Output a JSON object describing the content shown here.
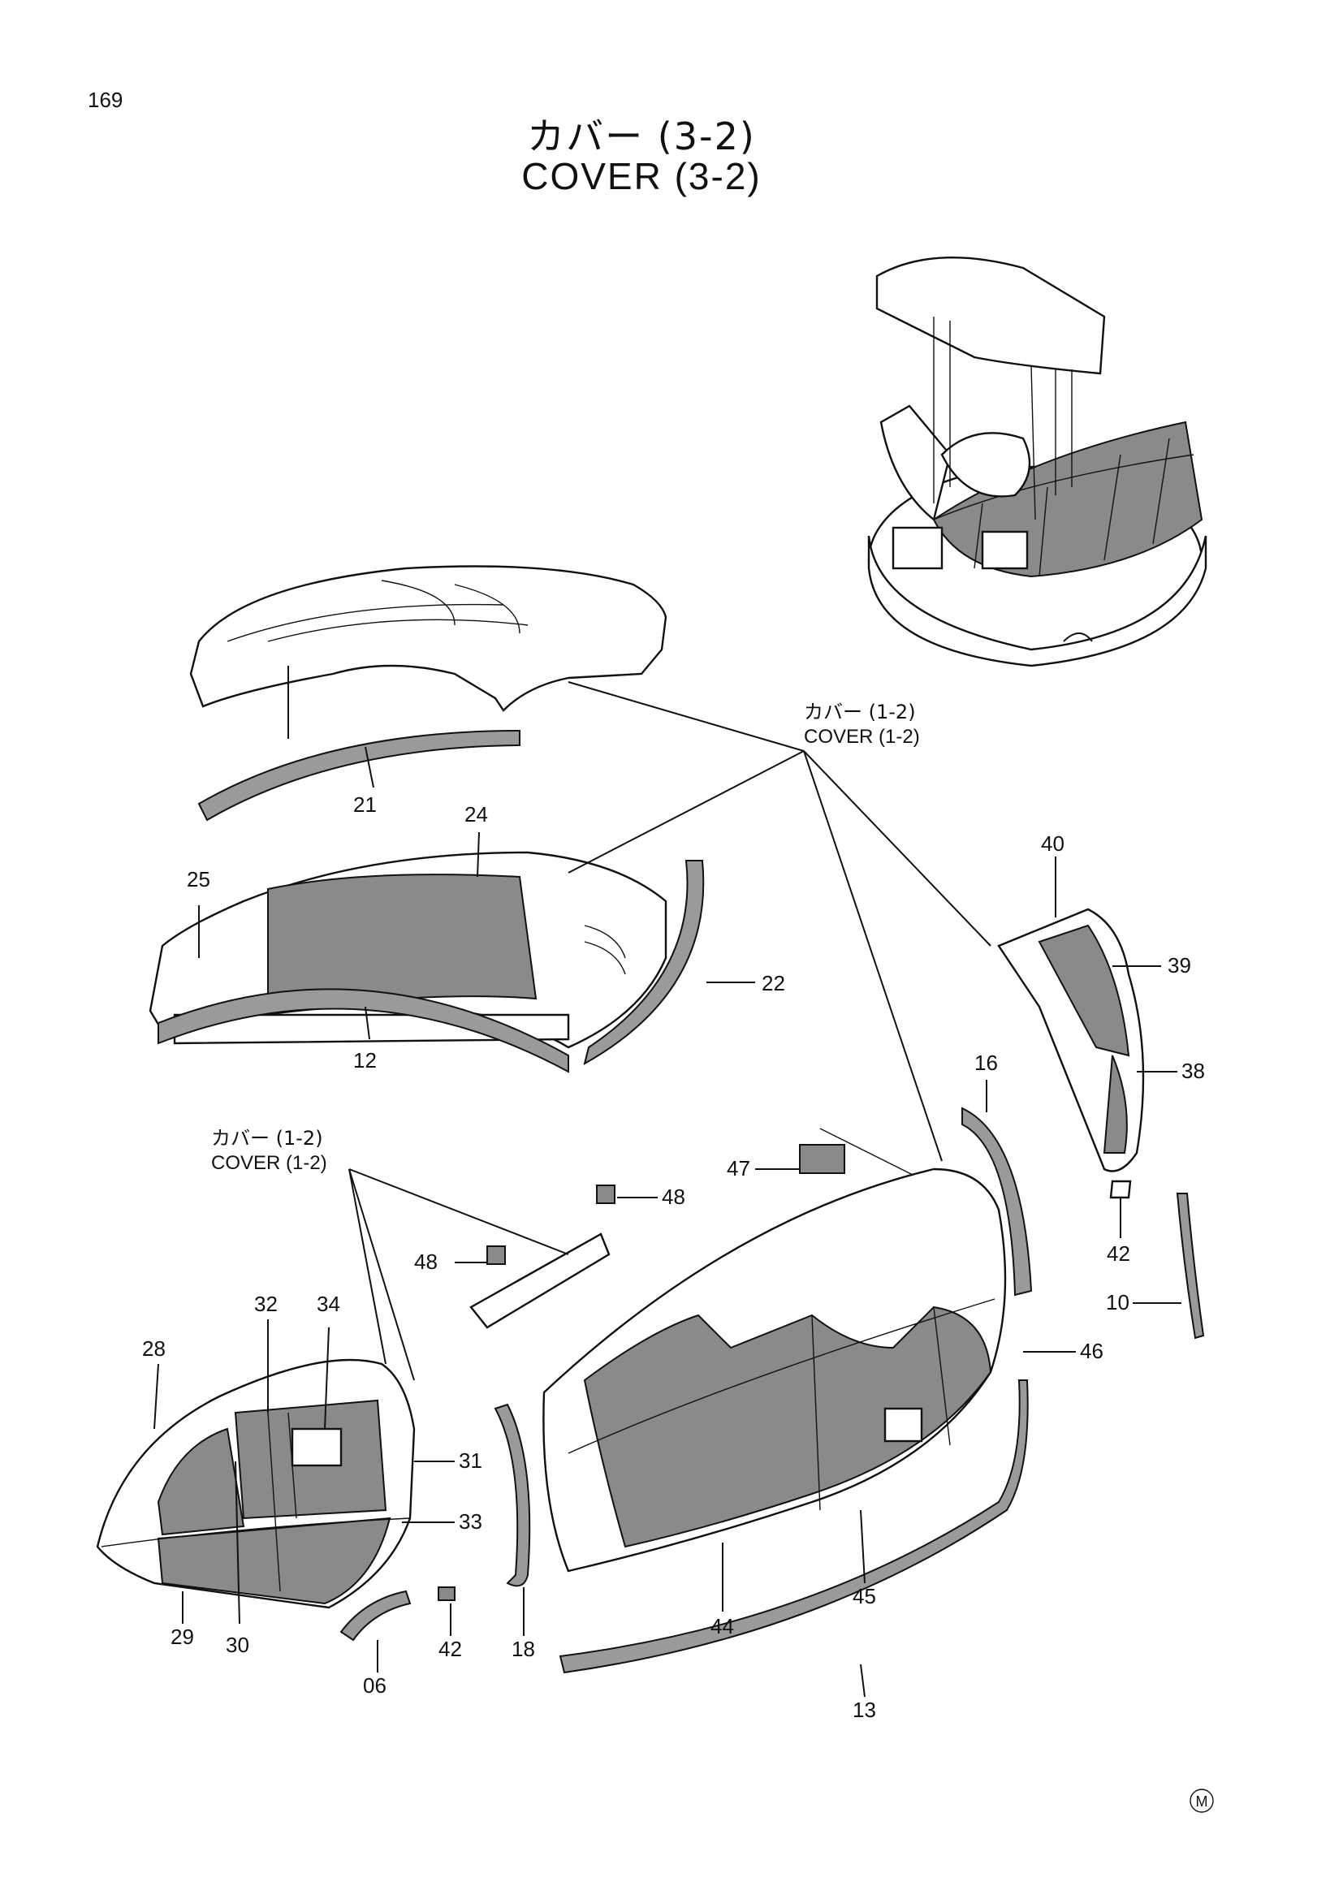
{
  "page_number": "169",
  "title": {
    "japanese": "カバー (3-2)",
    "english": "COVER (3-2)"
  },
  "references": [
    {
      "japanese": "カバー (1-2)",
      "english": "COVER (1-2)"
    },
    {
      "japanese": "カバー (1-2)",
      "english": "COVER (1-2)"
    }
  ],
  "callouts": [
    "21",
    "24",
    "25",
    "22",
    "12",
    "40",
    "39",
    "16",
    "38",
    "47",
    "48",
    "48",
    "42",
    "10",
    "46",
    "32",
    "34",
    "28",
    "31",
    "33",
    "29",
    "30",
    "06",
    "42",
    "18",
    "44",
    "45",
    "13"
  ],
  "mark": "M"
}
